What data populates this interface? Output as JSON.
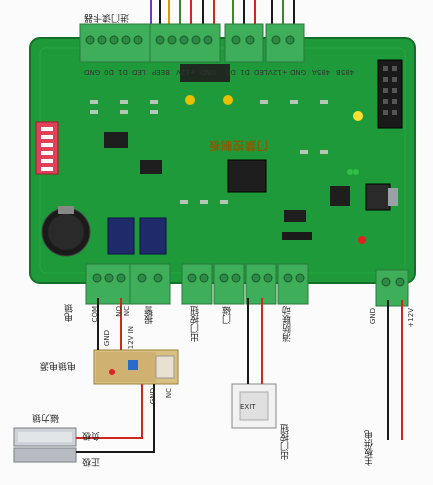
{
  "board": {
    "title": "门禁控制板",
    "top_connector_label": "进门读卡器",
    "top_pins_left": [
      "GND",
      "D0",
      "D1",
      "LED",
      "BEEP",
      "+12V"
    ],
    "top_pins_mid": [
      "GND",
      "D0",
      "D1",
      "LED"
    ],
    "top_pins_right": [
      "+12V",
      "GND",
      "485A",
      "485B"
    ]
  },
  "terminals": {
    "lock_block_label": "电锁",
    "lock_pins": [
      "COM",
      "NO",
      "NC"
    ],
    "alarm_label": "报警",
    "exit_label": "出门按钮",
    "exit_short": "门磁",
    "fire_label": "消防联动",
    "power_pins": [
      "GND",
      "+12V"
    ],
    "power_label": "主板供电"
  },
  "lock_power": {
    "label": "电锁电源",
    "pins_top": [
      "GND",
      "12V IN"
    ],
    "pins_bottom": [
      "NC",
      "GND"
    ]
  },
  "maglock": {
    "label": "磁力锁",
    "neg": "负极",
    "pos": "正极"
  },
  "exit_button": {
    "label": "出门按钮",
    "face_text": "EXIT"
  },
  "colors": {
    "pcb": "#1f9a3a",
    "terminal": "#3fae5a",
    "wire_red": "#d2261a",
    "wire_black": "#1a1a1a"
  }
}
